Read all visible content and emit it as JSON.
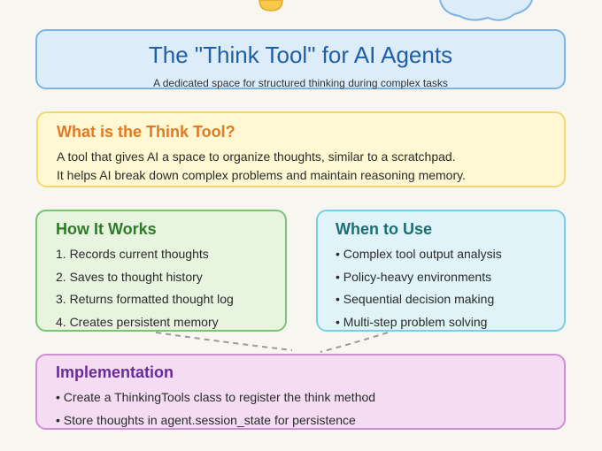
{
  "title": "The \"Think Tool\" for AI Agents",
  "subtitle": "A dedicated space for structured thinking during complex tasks",
  "what": {
    "heading": "What is the Think Tool?",
    "lines": [
      "A tool that gives AI a space to organize thoughts, similar to a scratchpad.",
      "It helps AI break down complex problems and maintain reasoning memory."
    ]
  },
  "how": {
    "heading": "How It Works",
    "items": [
      "1. Records current thoughts",
      "2. Saves to thought history",
      "3. Returns formatted thought log",
      "4. Creates persistent memory"
    ]
  },
  "when": {
    "heading": "When to Use",
    "items": [
      "• Complex tool output analysis",
      "• Policy-heavy environments",
      "• Sequential decision making",
      "• Multi-step problem solving"
    ]
  },
  "implementation": {
    "heading": "Implementation",
    "items": [
      "• Create a ThinkingTools class to register the think method",
      "• Store thoughts in agent.session_state for persistence"
    ]
  },
  "colors": {
    "title_box": "#dcecf8",
    "what_box": "#fff8d3",
    "how_box": "#e7f4df",
    "when_box": "#dff3f8",
    "impl_box": "#f4ddf3"
  },
  "icons": [
    "lightbulb-icon",
    "cloud-icon",
    "sparkle-icon"
  ]
}
